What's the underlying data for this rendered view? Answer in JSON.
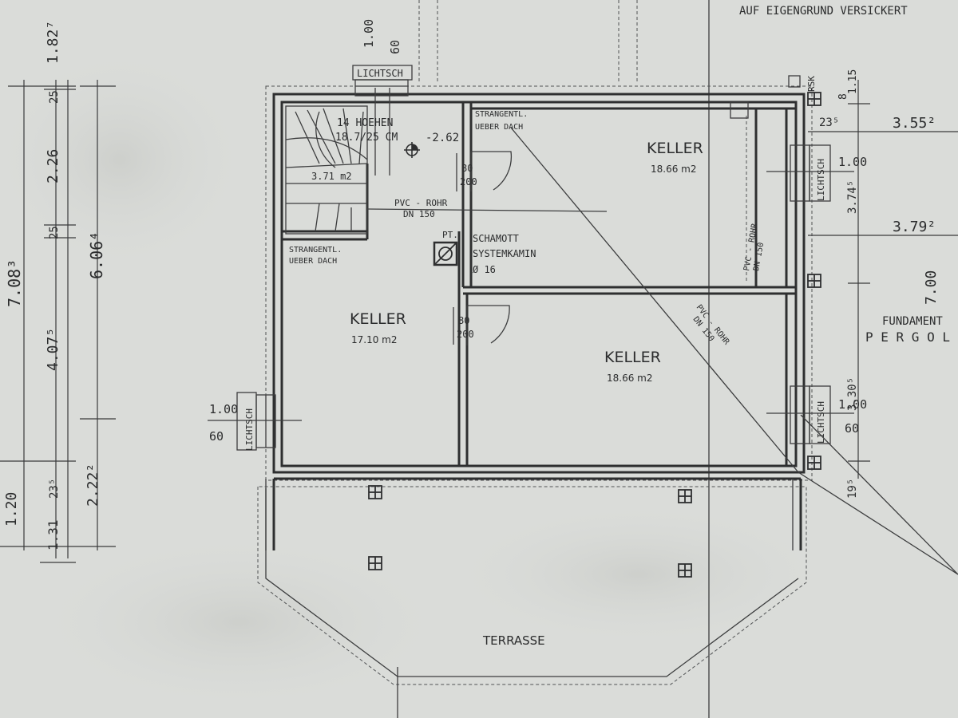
{
  "notes": {
    "top_right": "AUF EIGENGRUND VERSICKERT"
  },
  "rooms": [
    {
      "name": "KELLER",
      "area": "18.66 m2"
    },
    {
      "name": "KELLER",
      "area": "17.10 m2"
    },
    {
      "name": "KELLER",
      "area": "18.66 m2"
    }
  ],
  "terrace": "TERRASSE",
  "stair": {
    "line1": "14 HOEHEN",
    "line2": "18.7/25 CM",
    "level": "-2.62",
    "area": "3.71 m2"
  },
  "labels": {
    "lichtsch": "LICHTSCH",
    "strangentl1": "STRANGENTL.",
    "ueber_dach1": "UEBER DACH",
    "strangentl2": "STRANGENTL.",
    "ueber_dach2": "UEBER DACH",
    "pvc1": "PVC - ROHR",
    "dn150_1": "DN 150",
    "pvc2": "PVC - ROHR",
    "dn150_2": "DN 150",
    "pvc3": "PVC - ROHR",
    "dn150_3": "DN 150",
    "pt": "PT.",
    "schamott1": "SCHAMOTT",
    "schamott2": "SYSTEMKAMIN",
    "schamott3": "Ø 16",
    "door1a": "80",
    "door1b": "200",
    "door2a": "80",
    "door2b": "200",
    "rsk": "RSK",
    "fundament": "FUNDAMENT",
    "pergola": "P E R G O L"
  },
  "dimensions": {
    "left_a": "7.08³",
    "left_b": "4.07⁵",
    "left_c": "1.20",
    "left_d": "1.31",
    "left_e": "23⁵",
    "left_f": "25",
    "left_g": "2.26",
    "left_h": "25",
    "left_i": "6.06⁴",
    "left_j": "2.22²",
    "left_k": "1.82⁷",
    "win_top_a": "1.00",
    "win_top_b": "60",
    "win_left_a": "1.00",
    "win_left_b": "60",
    "r_235": "23⁵",
    "r_355": "3.55²",
    "r_100a": "1.00",
    "r_374": "3.74⁵",
    "r_379": "3.79²",
    "r_700": "7.00",
    "r_330": "3.30⁵",
    "r_100b": "1.00",
    "r_60": "60",
    "r_195": "19⁵",
    "r_115": "1.15",
    "r_8": "8"
  }
}
